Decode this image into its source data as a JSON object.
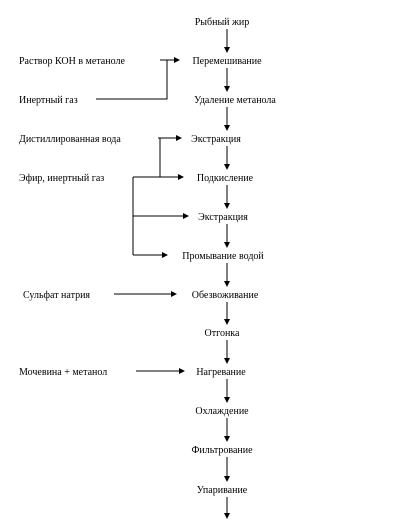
{
  "steps": [
    "Рыбный жир",
    "Перемешивание",
    "Удаление метанола",
    "Экстракция",
    "Подкисление",
    "Экстракция",
    "Промывание водой",
    "Обезвоживание",
    "Отгонка",
    "Нагревание",
    "Охлаждение",
    "Фильтрование",
    "Упаривание"
  ],
  "inputs": [
    "Раствор КОН в метаноле",
    "Инертный газ",
    "Дистиллированная вода",
    "Эфир, инертный газ",
    "Сульфат натрия",
    "Мочевина + метанол"
  ]
}
